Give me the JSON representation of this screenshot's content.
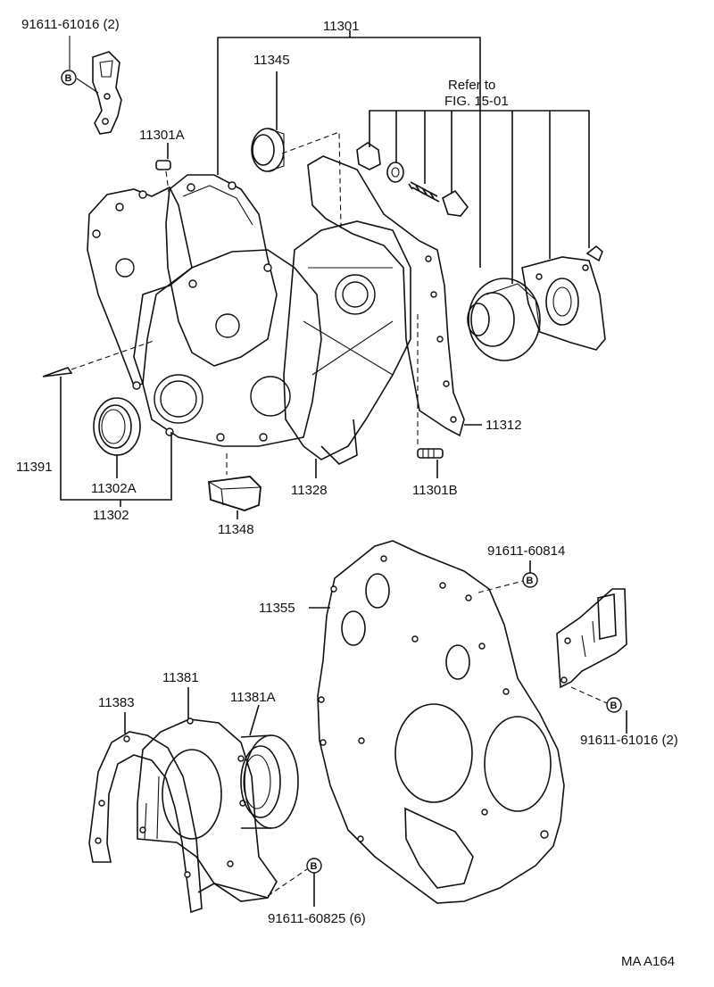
{
  "labels": {
    "p91611_61016_top": "91611-61016 (2)",
    "p11301": "11301",
    "p11345": "11345",
    "refer_to": "Refer to",
    "fig_ref": "FIG. 15-01",
    "p11301A": "11301A",
    "p11391": "11391",
    "p11302A": "11302A",
    "p11302": "11302",
    "p11348": "11348",
    "p11328": "11328",
    "p11301B": "11301B",
    "p11312": "11312",
    "p91611_60814": "91611-60814",
    "p11355": "11355",
    "p11381": "11381",
    "p11381A": "11381A",
    "p11383": "11383",
    "p91611_61016_right": "91611-61016 (2)",
    "p91611_60825": "91611-60825 (6)",
    "figure_code": "MA A164"
  },
  "bolt_marker": "B"
}
